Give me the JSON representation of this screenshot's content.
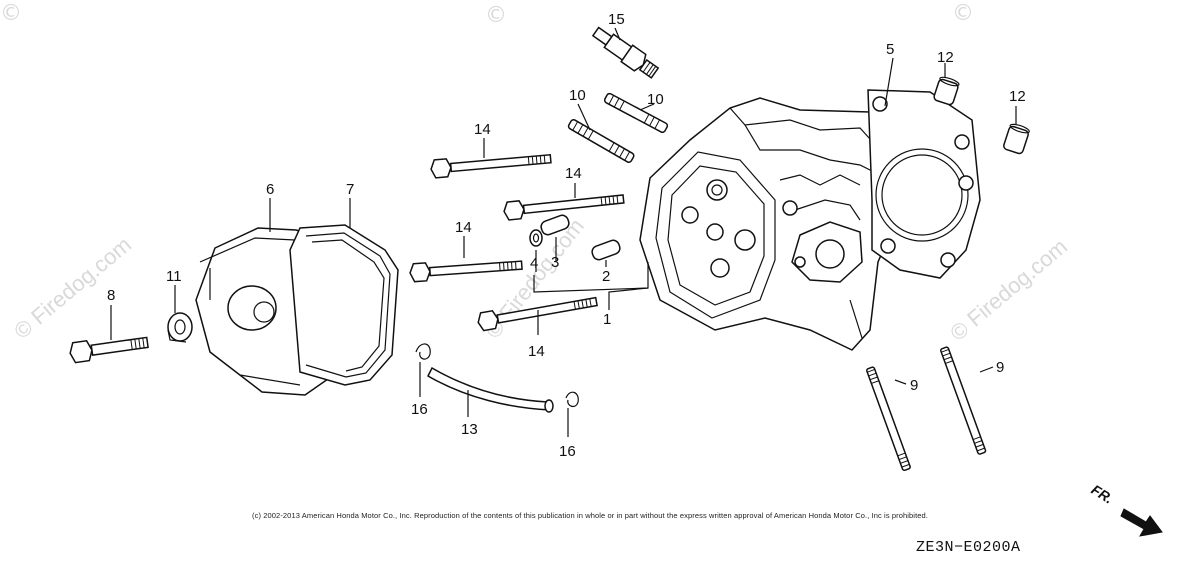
{
  "diagram": {
    "watermark": "© Firedog.com",
    "copyright": "(c) 2002-2013 American Honda Motor Co., Inc. Reproduction of the contents of this publication in whole or in part without the express written approval of American Honda Motor Co., Inc is prohibited.",
    "diagram_code": "ZE3N−E0200A",
    "front_marker": "FR.",
    "callouts": {
      "c1": "1",
      "c2": "2",
      "c3": "3",
      "c4": "4",
      "c5": "5",
      "c6": "6",
      "c7": "7",
      "c8": "8",
      "c9a": "9",
      "c9b": "9",
      "c10a": "10",
      "c10b": "10",
      "c11": "11",
      "c12a": "12",
      "c12b": "12",
      "c13": "13",
      "c14a": "14",
      "c14b": "14",
      "c14c": "14",
      "c14d": "14",
      "c15": "15",
      "c16a": "16",
      "c16b": "16"
    }
  }
}
